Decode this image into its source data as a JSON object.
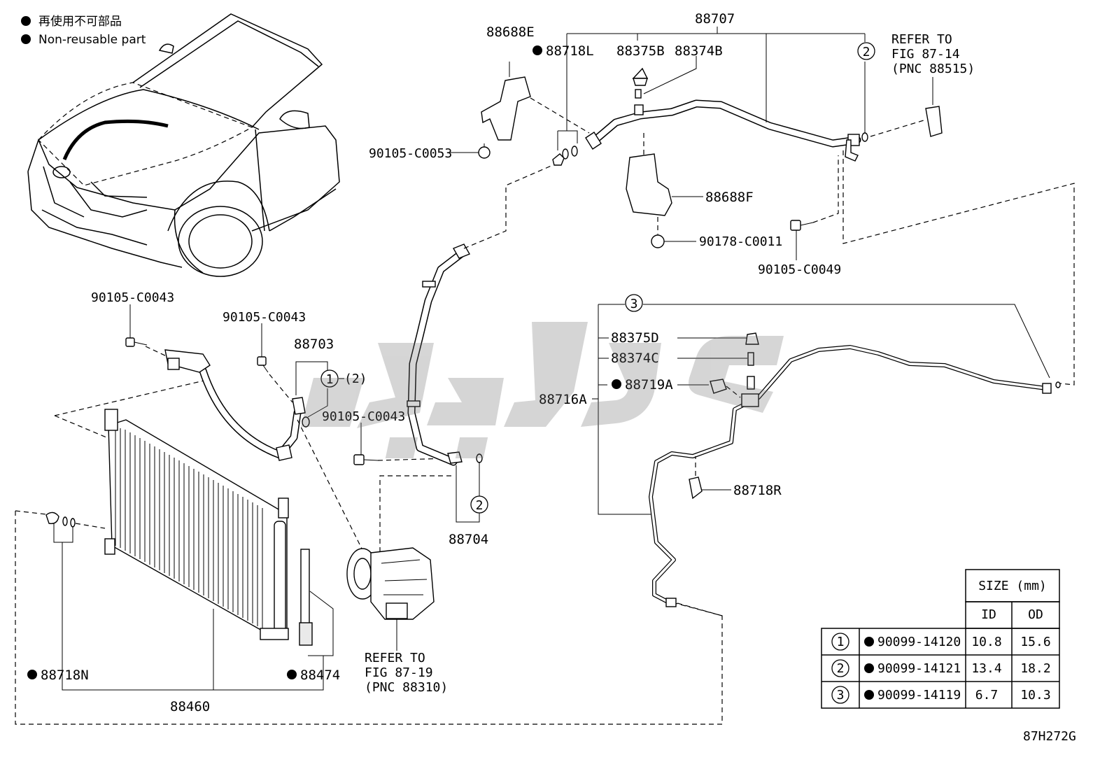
{
  "legend": {
    "non_reusable_ja": "再使用不可部品",
    "non_reusable_en": "Non-reusable part"
  },
  "labels": {
    "p88707": "88707",
    "p88688E": "88688E",
    "p88718L": "88718L",
    "p88375B": "88375B",
    "p88374B": "88374B",
    "refer_top_1": "REFER TO",
    "refer_top_2": "FIG 87-14",
    "refer_top_3": "(PNC 88515)",
    "p90105_C0053": "90105-C0053",
    "p88688F": "88688F",
    "p90178_C0011": "90178-C0011",
    "p90105_C0049": "90105-C0049",
    "p90105_C0043_a": "90105-C0043",
    "p90105_C0043_b": "90105-C0043",
    "p90105_C0043_c": "90105-C0043",
    "p88703": "88703",
    "qty_paren": "(2)",
    "p88375D": "88375D",
    "p88374C": "88374C",
    "p88719A": "88719A",
    "p88716A": "88716A",
    "p88718R": "88718R",
    "p88704": "88704",
    "p88718N": "88718N",
    "p88474": "88474",
    "p88460": "88460",
    "refer_bot_1": "REFER TO",
    "refer_bot_2": "FIG 87-19",
    "refer_bot_3": "(PNC 88310)",
    "diagram_code": "87H272G",
    "c1": "1",
    "c2a": "2",
    "c2b": "2",
    "c3": "3"
  },
  "size_table": {
    "header": "SIZE (mm)",
    "col_id": "ID",
    "col_od": "OD",
    "rows": [
      {
        "ref": "1",
        "part": "90099-14120",
        "id": "10.8",
        "od": "15.6"
      },
      {
        "ref": "2",
        "part": "90099-14121",
        "id": "13.4",
        "od": "18.2"
      },
      {
        "ref": "3",
        "part": "90099-14119",
        "id": "6.7",
        "od": "10.3"
      }
    ]
  }
}
